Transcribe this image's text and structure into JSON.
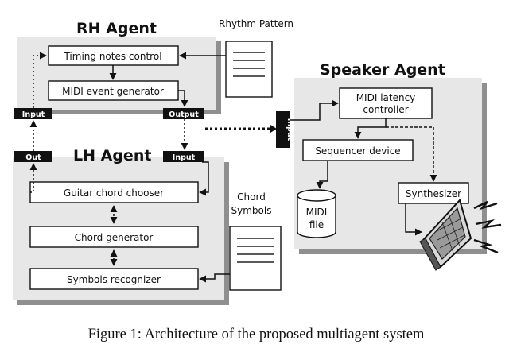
{
  "agents": {
    "rh": {
      "title": "RH Agent",
      "timing": "Timing notes control",
      "midi_event": "MIDI event generator",
      "input": "Input",
      "output": "Output"
    },
    "lh": {
      "title": "LH Agent",
      "out": "Out",
      "input": "Input",
      "guitar": "Guitar chord chooser",
      "chord_gen": "Chord generator",
      "symbols": "Symbols recognizer"
    },
    "speaker": {
      "title": "Speaker Agent",
      "input": "Input",
      "latency_line1": "MIDI latency",
      "latency_line2": "controller",
      "sequencer": "Sequencer device",
      "synth": "Synthesizer",
      "midi_file_line1": "MIDI",
      "midi_file_line2": "file"
    }
  },
  "documents": {
    "rhythm": "Rhythm Pattern",
    "chord_line1": "Chord",
    "chord_line2": "Symbols"
  },
  "caption": "Figure 1: Architecture of the proposed multiagent system"
}
